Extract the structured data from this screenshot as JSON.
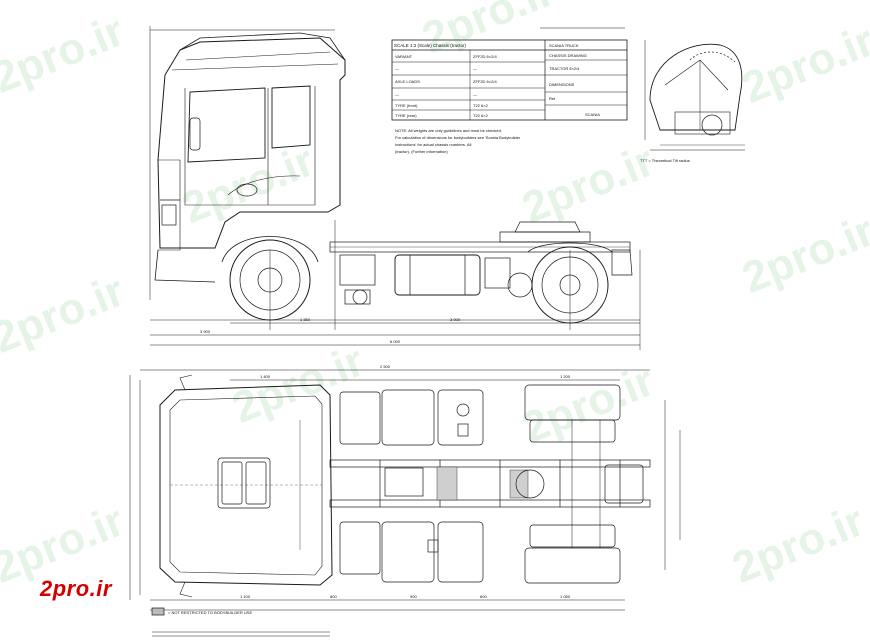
{
  "watermark": {
    "text": "2pro.ir"
  },
  "logo": {
    "text": "2pro.ir"
  },
  "title_block": {
    "heading": "SCALE 1:2 (Scale) Chassis (tractor)",
    "left_rows": [
      {
        "label": "VARIANT",
        "value": "ZFF2D 6×2/4"
      },
      {
        "label": "—",
        "value": "—"
      },
      {
        "label": "AXLE LOADS",
        "value": "ZFF2D 6×2/4"
      },
      {
        "label": "—",
        "value": "—"
      },
      {
        "label": "TYRE (front)",
        "value": "T22 6×2"
      },
      {
        "label": "TYRE (rear)",
        "value": "T22 6×2"
      }
    ],
    "right_rows": [
      "SCANIA TRUCK",
      "CHASSIS DRAWING",
      "TRACTOR 6×2/4",
      "DIMENSIONS",
      "Ref",
      "SCANIA"
    ],
    "note_lines": [
      "NOTE: All weights are only guidelines and must be checked.",
      "For calculation of dimensions for bodybuilders see 'Scania Bodybuilder",
      "Instructions' for actual chassis numbers. All",
      "(tractor). (Further information)"
    ],
    "ttt_note": "TTT = Theoretical Tilt radius"
  },
  "legend": {
    "text": "= NOT RESTRICTED TO BODYBUILDER USE"
  },
  "side_view": {
    "dim_labels": [
      "3 900",
      "1 350",
      "3 000",
      "6 000"
    ]
  },
  "plan_view": {
    "dim_labels": [
      "2 500",
      "1 400",
      "1 200",
      "1 100",
      "800",
      "900",
      "600",
      "1 050"
    ]
  },
  "colors": {
    "line": "#1a1a1a",
    "logo": "#d40000",
    "watermark": "#96d2a0"
  }
}
